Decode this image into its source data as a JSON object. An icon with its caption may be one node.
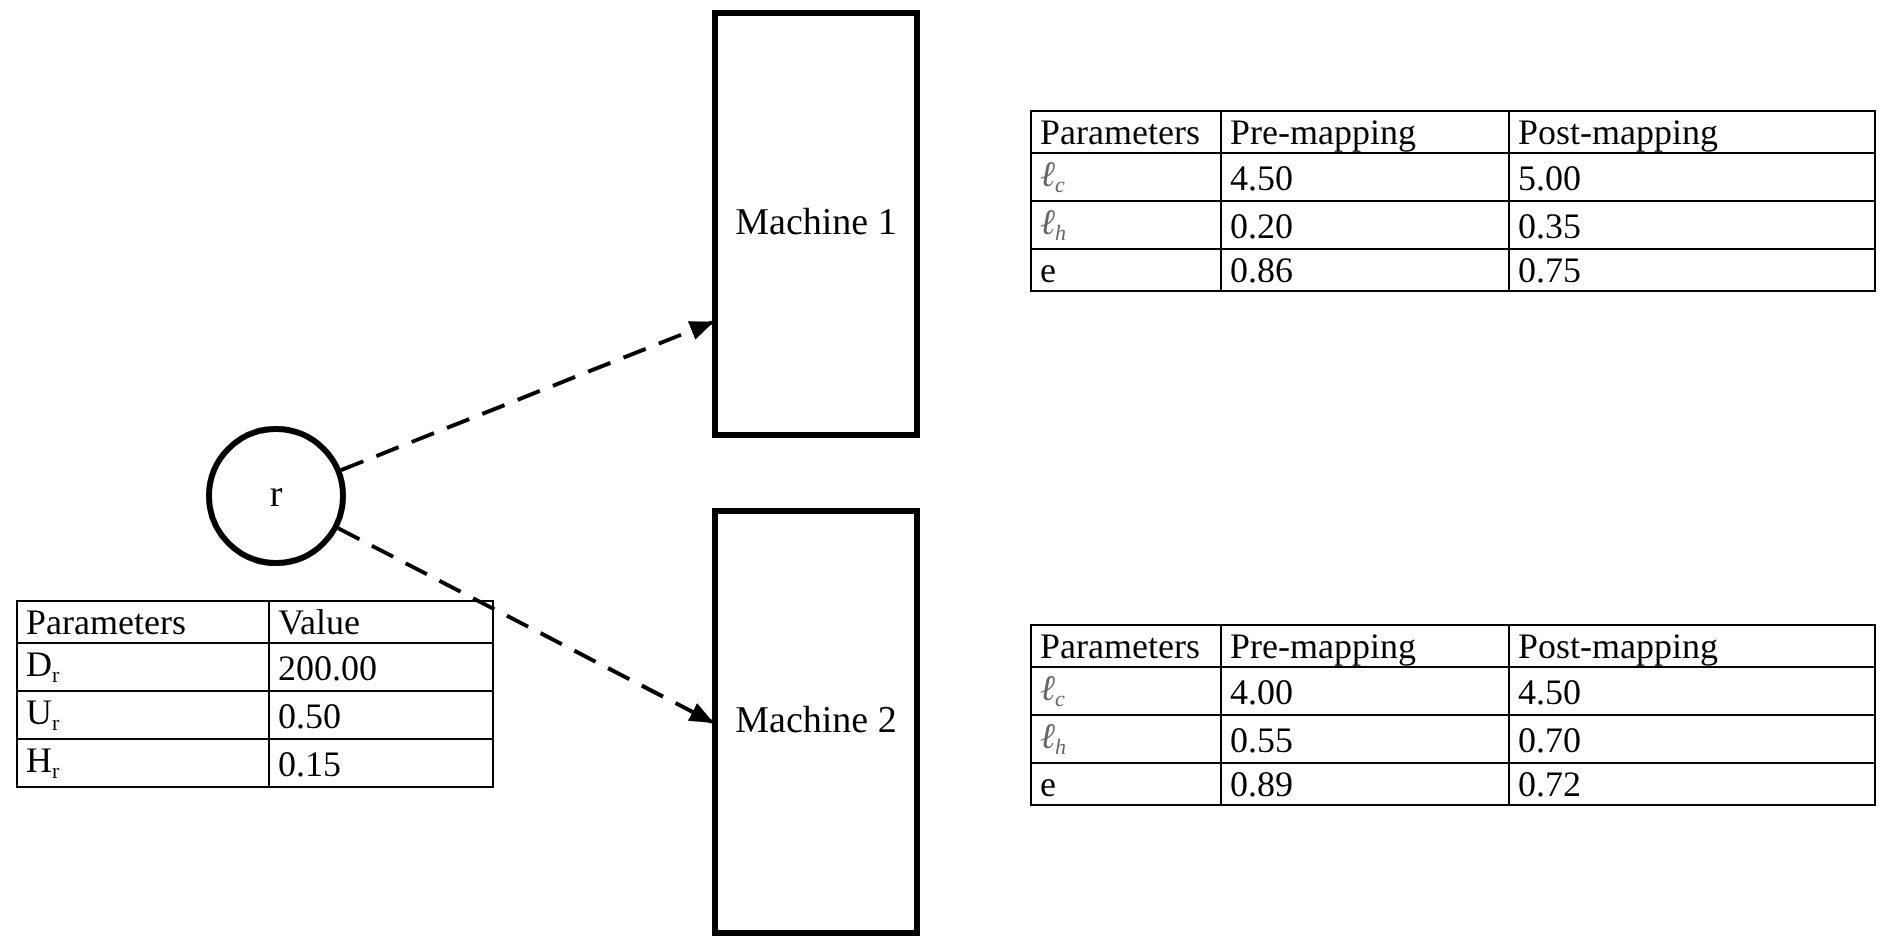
{
  "diagram": {
    "nodes": [
      {
        "text": [
          "Machine 1"
        ]
      },
      {
        "text": [
          "r"
        ]
      },
      {
        "text": [
          "Machine 2"
        ]
      }
    ],
    "edges": [
      {
        "from": 1,
        "to": 0,
        "arrow": "to",
        "style": "dashed"
      },
      {
        "from": 1,
        "to": 2,
        "arrow": "to",
        "style": "dashed"
      }
    ],
    "labels": [
      "Parameters",
      "Pre-mapping",
      "Post-mapping",
      "ℓ$_{c}$",
      "4.50",
      "5.00",
      "ℓ$_{h}$",
      "0.20",
      "0.35",
      "e",
      "0.86",
      "0.75",
      "Parameters",
      "Value",
      "D$_{r}$",
      "200.00",
      "U$_{r}$",
      "0.50",
      "H$_{r}$",
      "0.15",
      "Parameters",
      "Pre-mapping",
      "Post-mapping",
      "ℓ$_{c}$",
      "4.00",
      "4.50",
      "ℓ$_{h}$",
      "0.55",
      "0.70",
      "e",
      "0.89",
      "0.72"
    ]
  }
}
